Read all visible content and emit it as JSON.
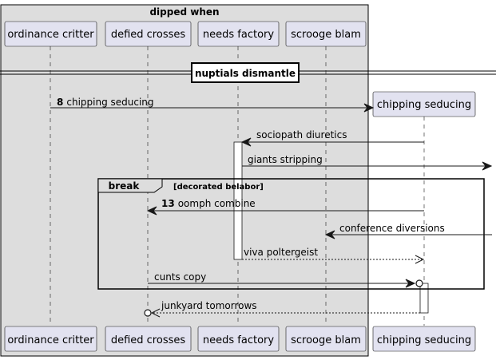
{
  "group": {
    "title": "dipped when"
  },
  "participants": [
    {
      "id": "p1",
      "label": "ordinance critter"
    },
    {
      "id": "p2",
      "label": "defied crosses"
    },
    {
      "id": "p3",
      "label": "needs factory"
    },
    {
      "id": "p4",
      "label": "scrooge blam"
    },
    {
      "id": "p5",
      "label": "chipping seducing"
    }
  ],
  "divider": {
    "label": "nuptials dismantle"
  },
  "messages": [
    {
      "num": "8",
      "text": "chipping seducing"
    },
    {
      "num": "",
      "text": "sociopath diuretics"
    },
    {
      "num": "",
      "text": "giants stripping"
    },
    {
      "num": "13",
      "text": "oomph combine"
    },
    {
      "num": "",
      "text": "conference diversions"
    },
    {
      "num": "",
      "text": "viva poltergeist"
    },
    {
      "num": "",
      "text": "cunts copy"
    },
    {
      "num": "",
      "text": "junkyard tomorrows"
    }
  ],
  "fragment": {
    "keyword": "break",
    "condition": "[decorated belabor]"
  }
}
